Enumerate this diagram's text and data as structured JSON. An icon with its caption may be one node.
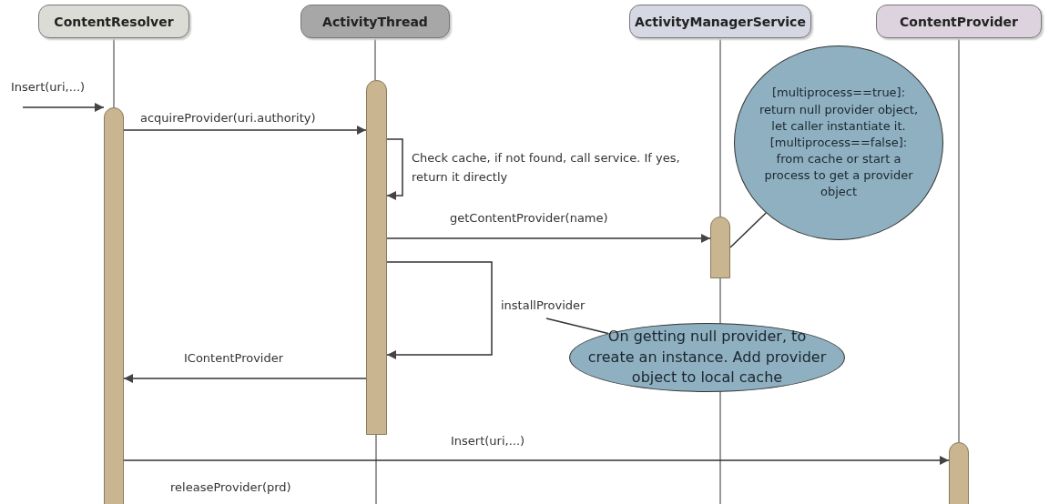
{
  "diagram": {
    "nodes": [
      {
        "text": [
          "ContentResolver"
        ]
      },
      {
        "text": [
          "ActivityThread"
        ]
      },
      {
        "text": [
          "ActivityManagerService"
        ]
      },
      {
        "text": [
          "ContentProvider"
        ]
      },
      {
        "text": [],
        "shape": "bar"
      },
      {
        "text": [],
        "shape": "bar"
      },
      {
        "text": [],
        "shape": "bar"
      },
      {
        "text": [],
        "shape": "bar"
      },
      {
        "text": [
          "[multiprocess==true]: return null provider object, let caller instantiate it. [multiprocess==false]: from cache or start a process to get a provider object"
        ]
      },
      {
        "text": [
          "On getting null provider, to create an instance. Add provider object to local cache"
        ]
      }
    ],
    "edges": [
      {
        "from": 0,
        "to": 4,
        "arrow": "none"
      },
      {
        "from": 1,
        "to": 5,
        "arrow": "none"
      },
      {
        "from": 2,
        "to": 6,
        "arrow": "none"
      },
      {
        "from": 3,
        "to": 7,
        "arrow": "none"
      },
      {
        "from": null,
        "to": 4,
        "arrow": "to",
        "label": "Insert(uri,...)"
      },
      {
        "from": 4,
        "to": 5,
        "arrow": "to",
        "label": "acquireProvider(uri.authority)"
      },
      {
        "from": 5,
        "to": 5,
        "arrow": "to",
        "label": "Check cache, if not found, call service. If yes, return it directly"
      },
      {
        "from": 5,
        "to": 6,
        "arrow": "to",
        "label": "getContentProvider(name)"
      },
      {
        "from": 5,
        "to": 5,
        "arrow": "to",
        "label": "installProvider"
      },
      {
        "from": 5,
        "to": 4,
        "arrow": "to",
        "label": "IContentProvider"
      },
      {
        "from": 4,
        "to": 7,
        "arrow": "to",
        "label": "Insert(uri,...)"
      },
      {
        "from": 8,
        "to": 6,
        "arrow": "none"
      },
      {
        "from": 9,
        "to": null,
        "arrow": "none"
      }
    ],
    "labels": [
      "releaseProvider(prd)"
    ]
  }
}
